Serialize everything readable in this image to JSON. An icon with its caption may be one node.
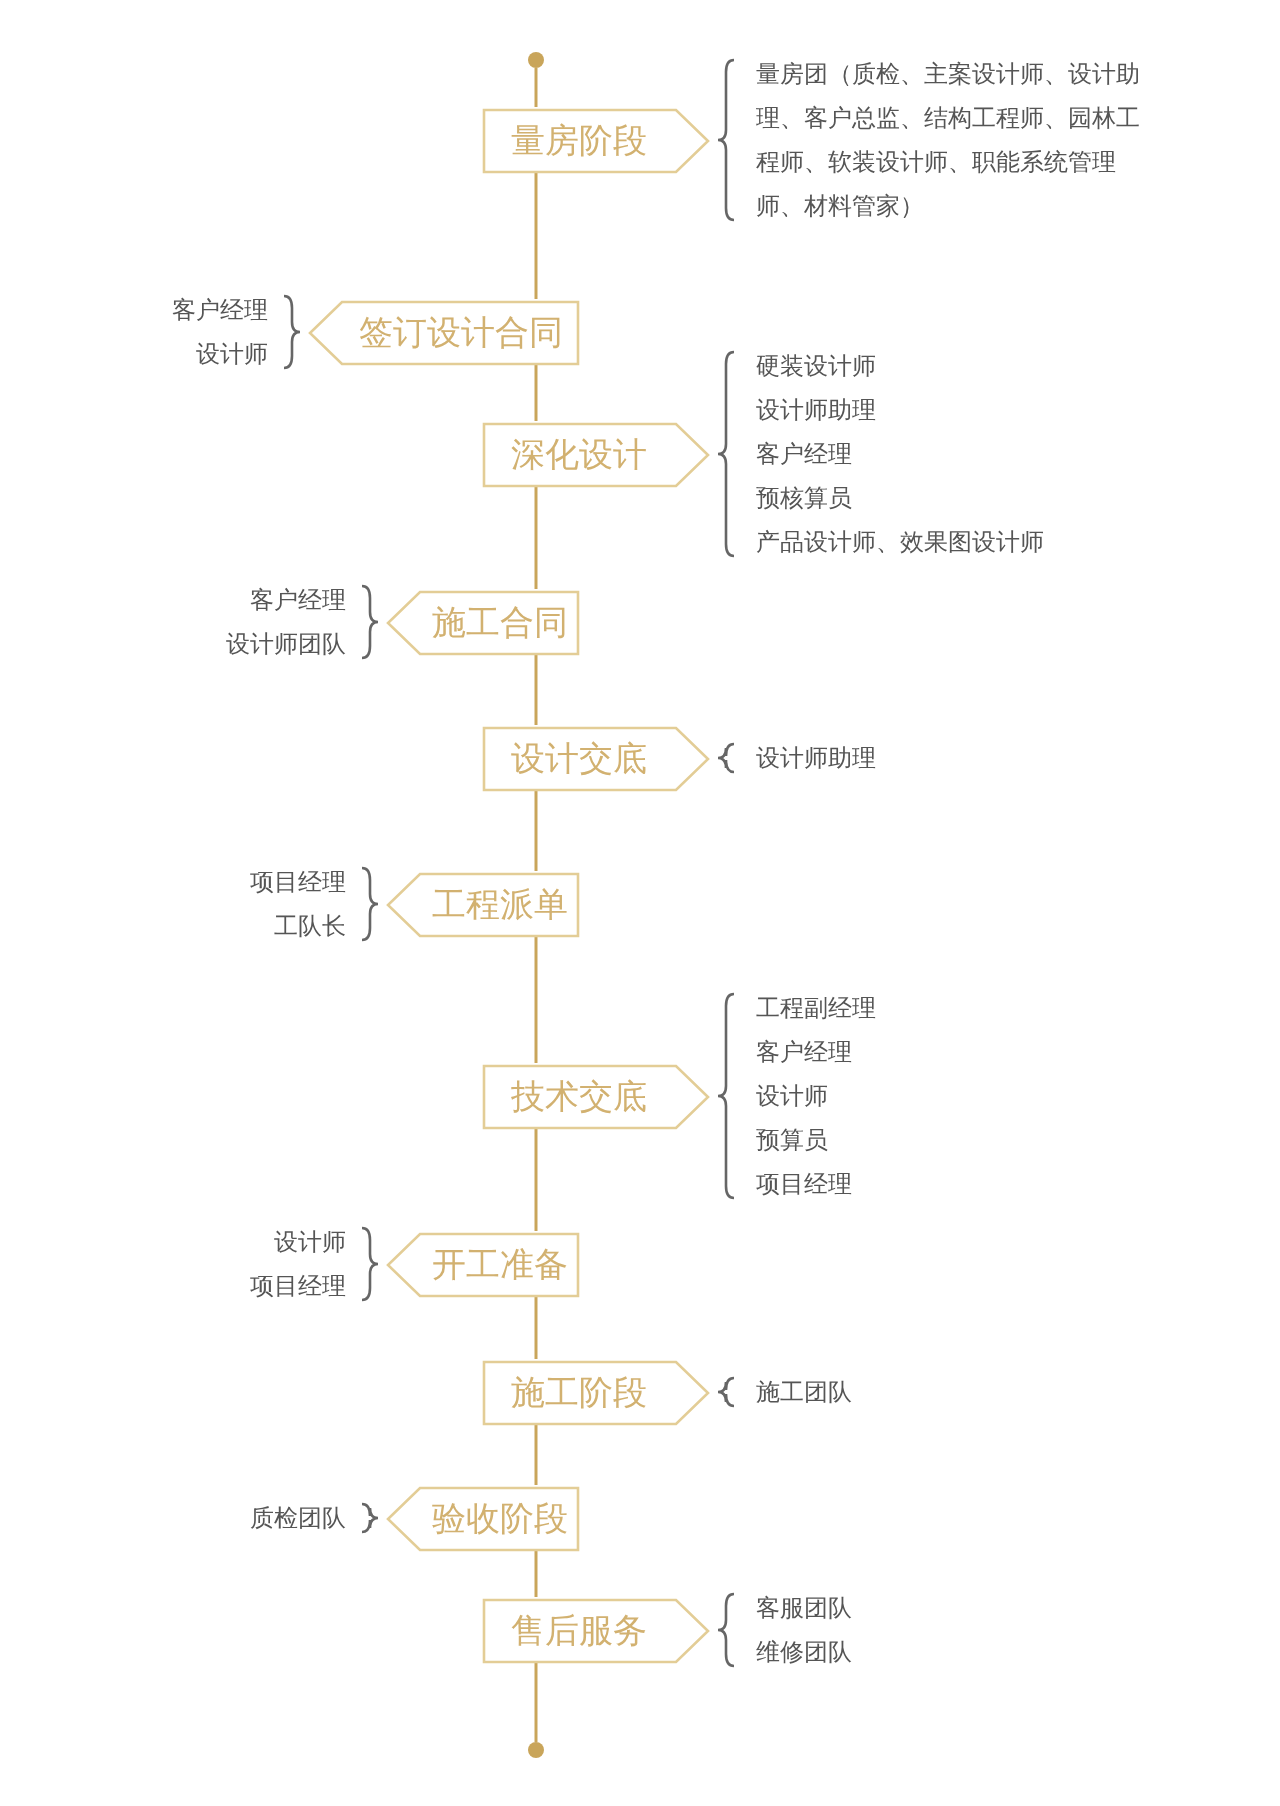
{
  "diagram": {
    "nodes": [
      {
        "text": [],
        "shape": "circle"
      },
      {
        "text": [
          "量房阶段"
        ],
        "beside": [
          "量房团（质检、主案设计师、设计助理、客户总监、结构工程师、园林工程师、软装设计师、职能系统管理师、材料管家）"
        ]
      },
      {
        "text": [
          "签订设计合同"
        ],
        "beside": [
          "客户经理",
          "设计师"
        ]
      },
      {
        "text": [
          "深化设计"
        ],
        "beside": [
          "硬装设计师",
          "设计师助理",
          "客户经理",
          "预核算员",
          "产品设计师、效果图设计师"
        ]
      },
      {
        "text": [
          "施工合同"
        ],
        "beside": [
          "客户经理",
          "设计师团队"
        ]
      },
      {
        "text": [
          "设计交底"
        ],
        "beside": [
          "设计师助理"
        ]
      },
      {
        "text": [
          "工程派单"
        ],
        "beside": [
          "项目经理",
          "工队长"
        ]
      },
      {
        "text": [
          "技术交底"
        ],
        "beside": [
          "工程副经理",
          "客户经理",
          "设计师",
          "预算员",
          "项目经理"
        ]
      },
      {
        "text": [
          "开工准备"
        ],
        "beside": [
          "设计师",
          "项目经理"
        ]
      },
      {
        "text": [
          "施工阶段"
        ],
        "beside": [
          "施工团队"
        ]
      },
      {
        "text": [
          "验收阶段"
        ],
        "beside": [
          "质检团队"
        ]
      },
      {
        "text": [
          "售后服务"
        ],
        "beside": [
          "客服团队",
          "维修团队"
        ]
      },
      {
        "text": [],
        "shape": "circle"
      }
    ],
    "edges": [
      {
        "from": 0,
        "to": 1,
        "arrow": "none"
      },
      {
        "from": 1,
        "to": 2,
        "arrow": "none"
      },
      {
        "from": 2,
        "to": 3,
        "arrow": "none"
      },
      {
        "from": 3,
        "to": 4,
        "arrow": "none"
      },
      {
        "from": 4,
        "to": 5,
        "arrow": "none"
      },
      {
        "from": 5,
        "to": 6,
        "arrow": "none"
      },
      {
        "from": 6,
        "to": 7,
        "arrow": "none"
      },
      {
        "from": 7,
        "to": 8,
        "arrow": "none"
      },
      {
        "from": 8,
        "to": 9,
        "arrow": "none"
      },
      {
        "from": 9,
        "to": 10,
        "arrow": "none"
      },
      {
        "from": 10,
        "to": 11,
        "arrow": "none"
      },
      {
        "from": 11,
        "to": 12,
        "arrow": "none"
      }
    ]
  }
}
